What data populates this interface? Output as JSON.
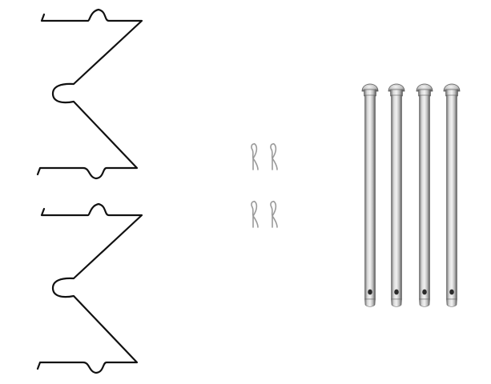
{
  "scene": {
    "background": "#ffffff",
    "parts": [
      {
        "name": "anti-rattle-spring",
        "count": 2,
        "color": "#111111"
      },
      {
        "name": "r-clip",
        "count": 4,
        "color": "#9a9a9a"
      },
      {
        "name": "guide-pin",
        "count": 4,
        "color": "#a8a8a8"
      }
    ]
  }
}
